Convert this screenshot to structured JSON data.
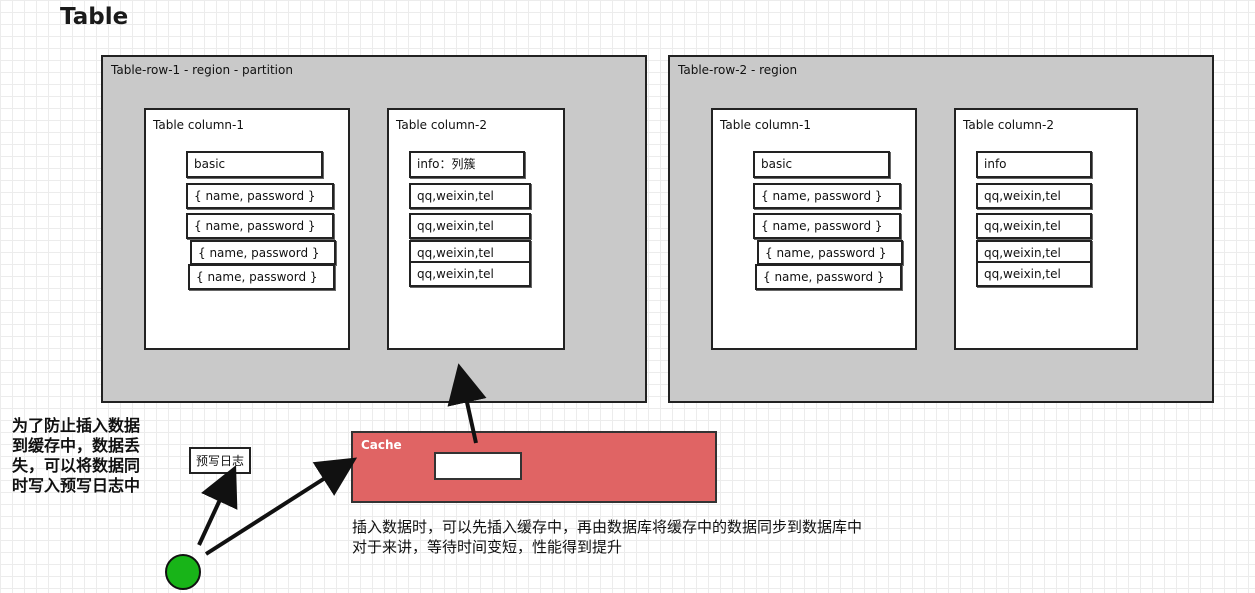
{
  "title": "Table",
  "regions": [
    {
      "label": "Table-row-1 - region - partition",
      "columns": [
        {
          "label": "Table column-1",
          "cells": [
            "basic",
            "{ name, password }",
            "{ name, password }",
            "{ name, password }",
            "{ name, password }"
          ]
        },
        {
          "label": "Table column-2",
          "cells": [
            "info：列簇",
            "qq,weixin,tel",
            "qq,weixin,tel",
            "qq,weixin,tel",
            "qq,weixin,tel"
          ]
        }
      ]
    },
    {
      "label": "Table-row-2 - region",
      "columns": [
        {
          "label": "Table column-1",
          "cells": [
            "basic",
            "{ name, password }",
            "{ name, password }",
            "{ name, password }",
            "{ name, password }"
          ]
        },
        {
          "label": "Table column-2",
          "cells": [
            "info",
            "qq,weixin,tel",
            "qq,weixin,tel",
            "qq,weixin,tel",
            "qq,weixin,tel"
          ]
        }
      ]
    }
  ],
  "cache": {
    "label": "Cache"
  },
  "wal_box": "预写日志",
  "wal_note": [
    "为了防止插入数据",
    "到缓存中，数据丢",
    "失，可以将数据同",
    "时写入预写日志中"
  ],
  "bottom_note": [
    "插入数据时，可以先插入缓存中，再由数据库将缓存中的数据同步到数据库中",
    "对于来讲，等待时间变短，性能得到提升"
  ],
  "colors": {
    "region_fill": "#c9c9c9",
    "cache_fill": "#e06464",
    "client_dot": "#18b418"
  }
}
